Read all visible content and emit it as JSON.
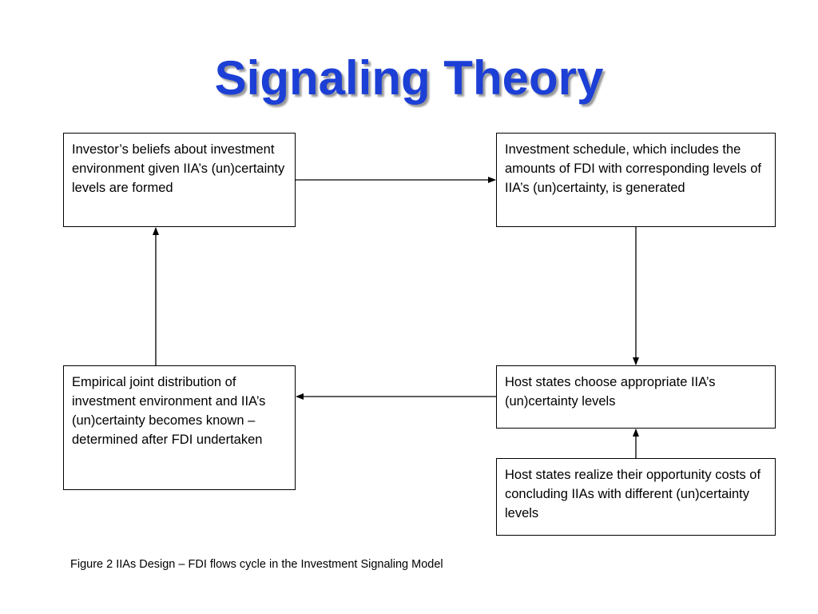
{
  "slide": {
    "title": "Signaling Theory",
    "title_color": "#1c3fd6"
  },
  "diagram": {
    "boxes": {
      "investor_beliefs": "Investor’s beliefs about investment environment given IIA’s (un)certainty levels are formed",
      "investment_schedule": "Investment schedule, which includes the amounts of FDI with corresponding levels of IIA’s (un)certainty, is generated",
      "host_states_choose": "Host states choose appropriate IIA’s (un)certainty levels",
      "empirical_distribution": "Empirical joint distribution of investment environment and IIA’s (un)certainty becomes known – determined after FDI undertaken",
      "host_states_realize": "Host states realize their opportunity costs of concluding IIAs with different (un)certainty levels"
    },
    "edges": [
      {
        "from": "investor_beliefs",
        "to": "investment_schedule"
      },
      {
        "from": "investment_schedule",
        "to": "host_states_choose"
      },
      {
        "from": "host_states_realize",
        "to": "host_states_choose"
      },
      {
        "from": "host_states_choose",
        "to": "empirical_distribution"
      },
      {
        "from": "empirical_distribution",
        "to": "investor_beliefs"
      }
    ]
  },
  "caption": "Figure 2 IIAs Design – FDI flows cycle in the Investment Signaling Model"
}
